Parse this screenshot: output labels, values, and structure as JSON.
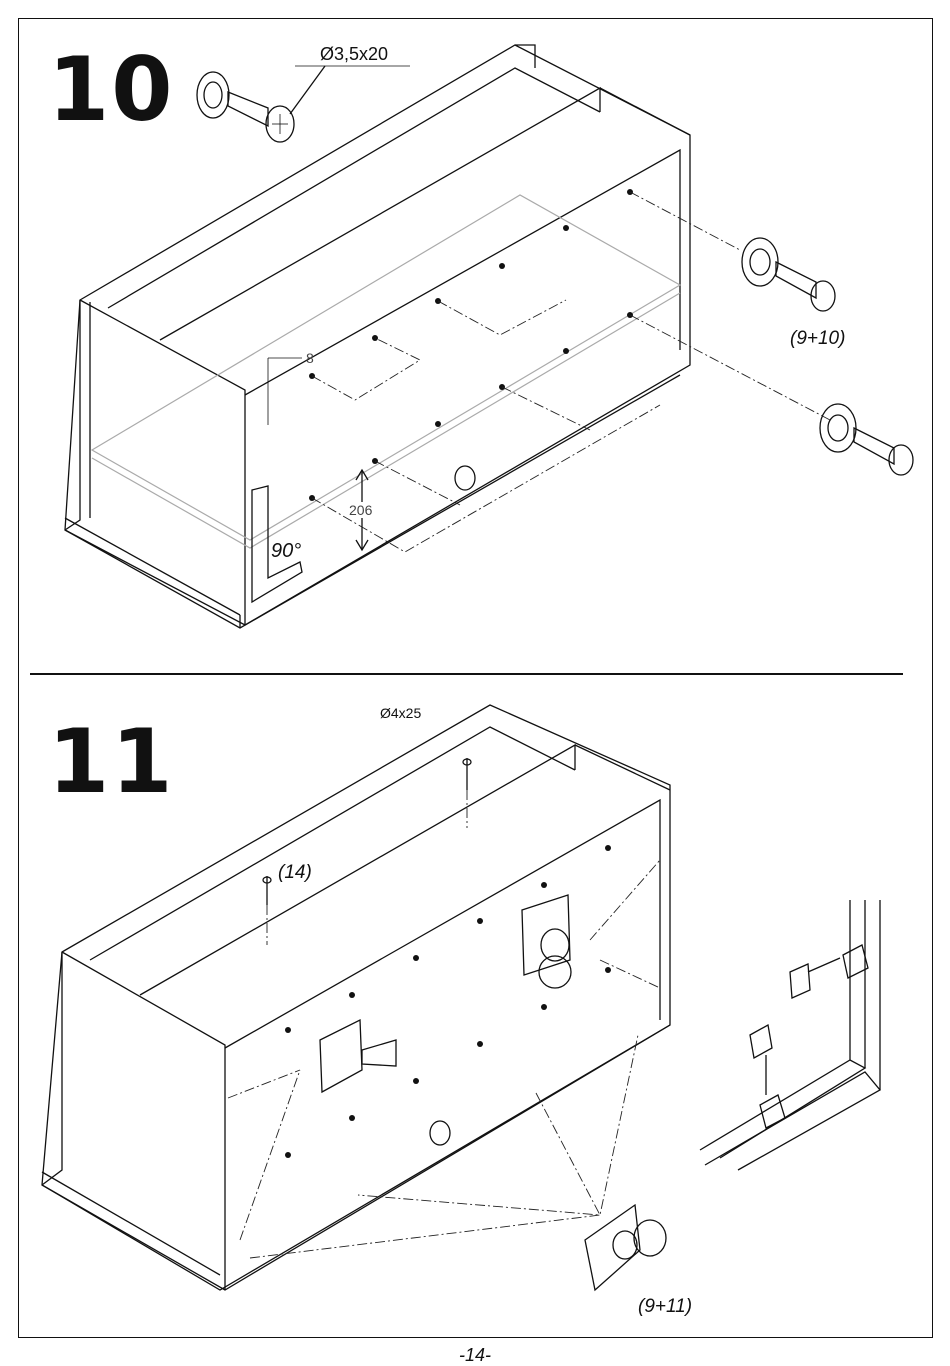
{
  "page": {
    "number": "-14-"
  },
  "step10": {
    "number": "10",
    "screw_spec": "Ø3,5x20",
    "dim_small": "8",
    "dim_shelf": "206",
    "angle": "90°",
    "parts_ref": "(9+10)"
  },
  "step11": {
    "number": "11",
    "screw_spec": "Ø4x25",
    "screw_ref": "(14)",
    "parts_ref": "(9+11)"
  }
}
